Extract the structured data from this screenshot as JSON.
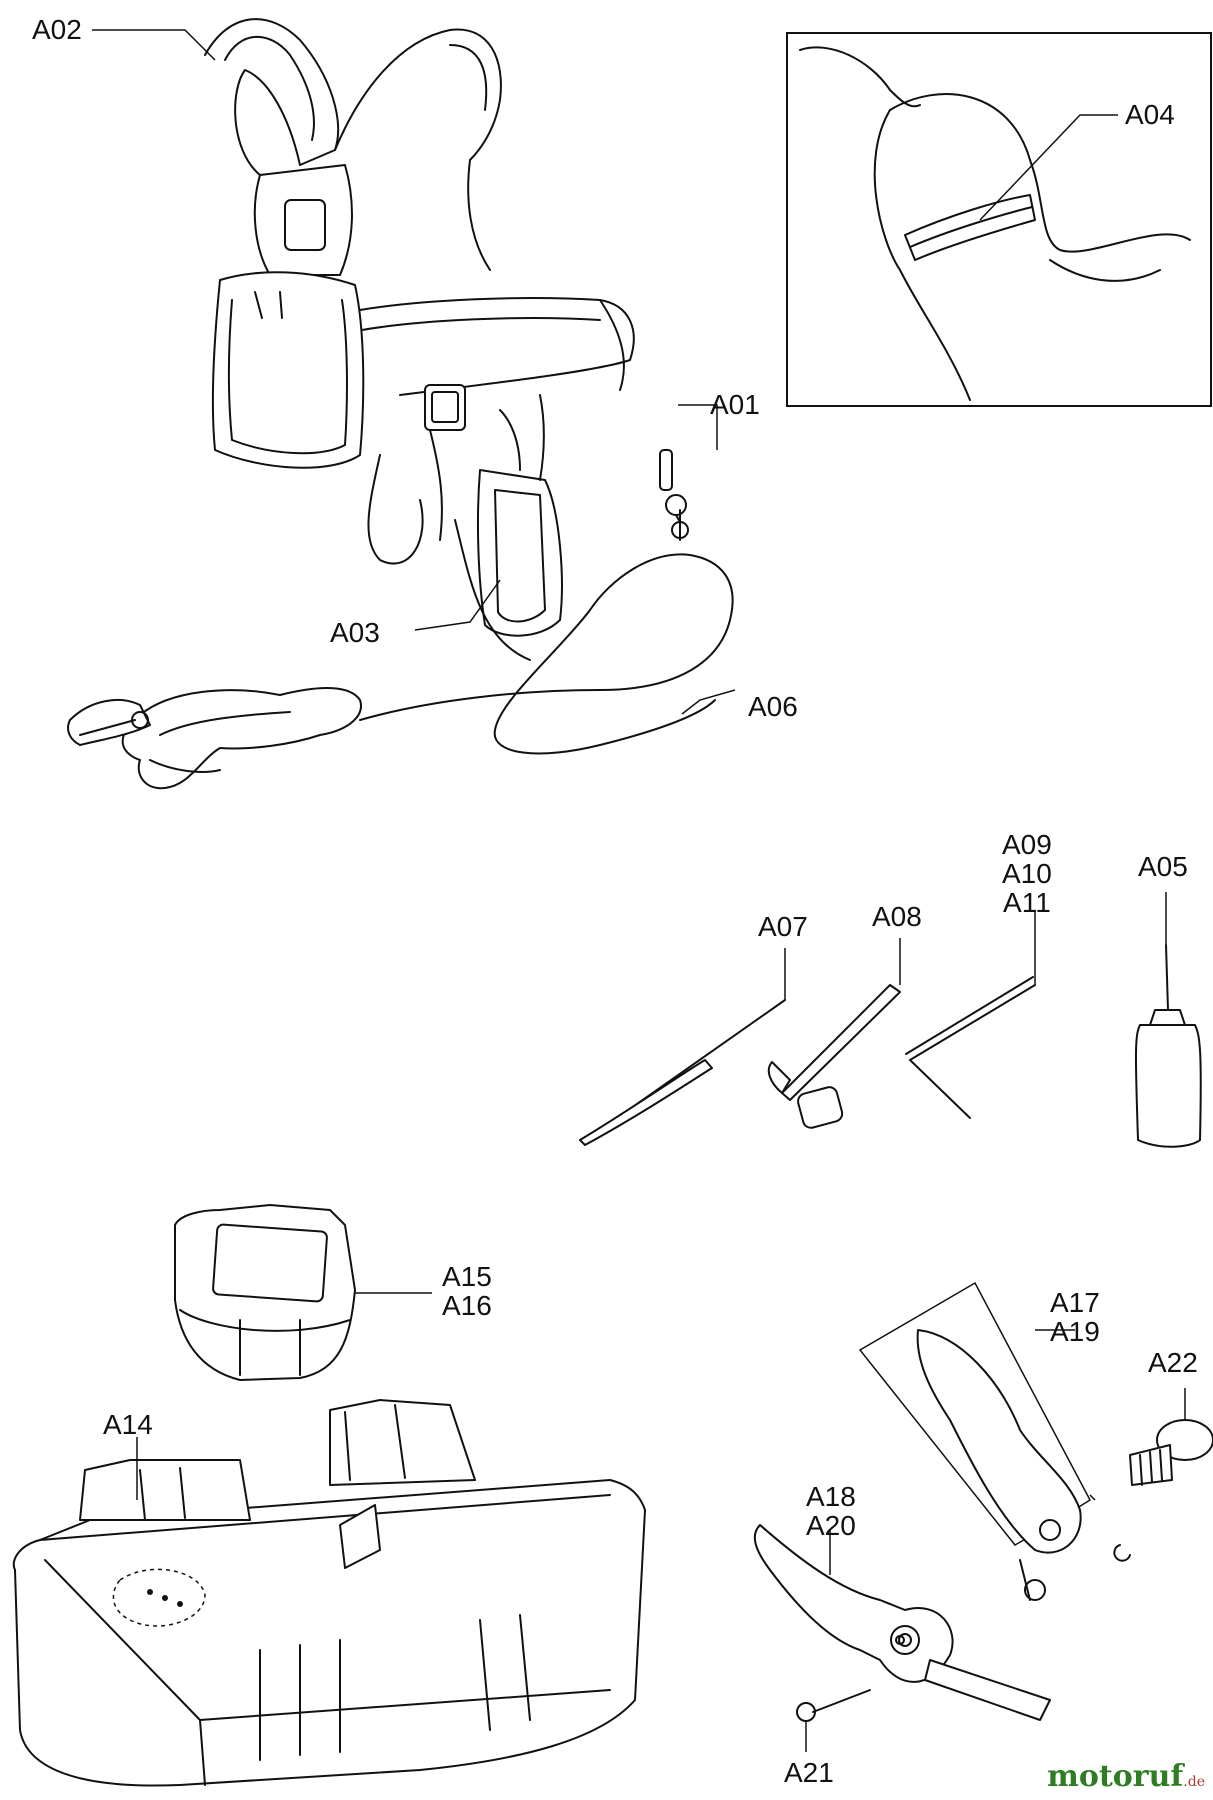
{
  "labels": {
    "A01": "A01",
    "A02": "A02",
    "A03": "A03",
    "A04": "A04",
    "A05": "A05",
    "A06": "A06",
    "A07": "A07",
    "A08": "A08",
    "A09_A10_A11": "A09\nA10\nA11",
    "A14": "A14",
    "A15_A16": "A15\nA16",
    "A17_A19": "A17\nA19",
    "A18_A20": "A18\nA20",
    "A21": "A21",
    "A22": "A22"
  },
  "watermark": {
    "main": "motoruf",
    "suffix": ".de"
  }
}
